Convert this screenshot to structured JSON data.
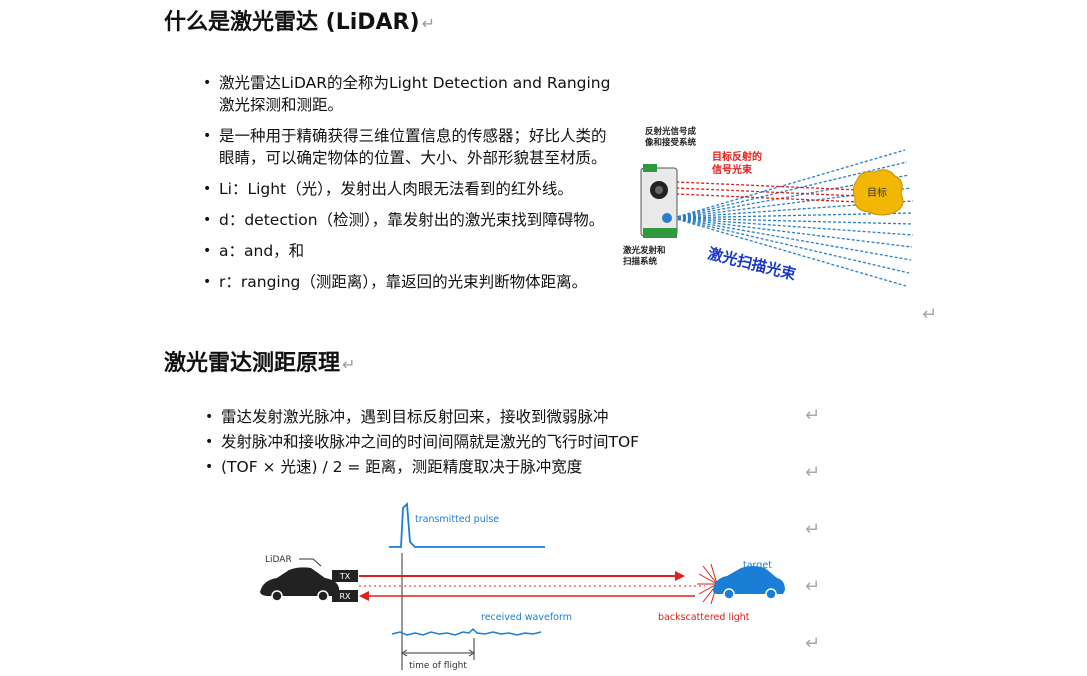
{
  "section1": {
    "title": "什么是激光雷达 (LiDAR)",
    "bullets": [
      {
        "line1": "激光雷达LiDAR的全称为Light Detection and Ranging",
        "line2": "激光探测和测距。"
      },
      {
        "line1": "是一种用于精确获得三维位置信息的传感器；好比人类的",
        "line2": "眼睛，可以确定物体的位置、大小、外部形貌甚至材质。"
      },
      {
        "line1": "Li：Light（光），发射出人肉眼无法看到的红外线。"
      },
      {
        "line1": "d：detection（检测），靠发射出的激光束找到障碍物。"
      },
      {
        "line1": "a：and，和"
      },
      {
        "line1": "r：ranging（测距离），靠返回的光束判断物体距离。"
      }
    ]
  },
  "figure1": {
    "label_receive": "反射光信号成像和接受系统",
    "label_receive_l1": "反射光信号成",
    "label_receive_l2": "像和接受系统",
    "label_target_reflect_l1": "目标反射的",
    "label_target_reflect_l2": "信号光束",
    "label_target": "目标",
    "label_emit_l1": "激光发射和",
    "label_emit_l2": "扫描系统",
    "label_scan": "激光扫描光束"
  },
  "section2": {
    "title": "激光雷达测距原理",
    "bullets": [
      "雷达发射激光脉冲，遇到目标反射回来，接收到微弱脉冲",
      "发射脉冲和接收脉冲之间的时间间隔就是激光的飞行时间TOF",
      "(TOF × 光速) / 2 = 距离，测距精度取决于脉冲宽度"
    ]
  },
  "figure2": {
    "transmitted_pulse": "transmitted pulse",
    "lidar": "LiDAR",
    "tx": "TX",
    "rx": "RX",
    "target": "target",
    "received_waveform": "received waveform",
    "backscattered_light": "backscattered light",
    "time_of_flight": "time of flight"
  },
  "marks": {
    "return": "↵"
  },
  "colors": {
    "red": "#e0201a",
    "blue": "#1a7ed6",
    "scan_blue": "#2a7fc8",
    "target_yellow": "#f2b705"
  }
}
